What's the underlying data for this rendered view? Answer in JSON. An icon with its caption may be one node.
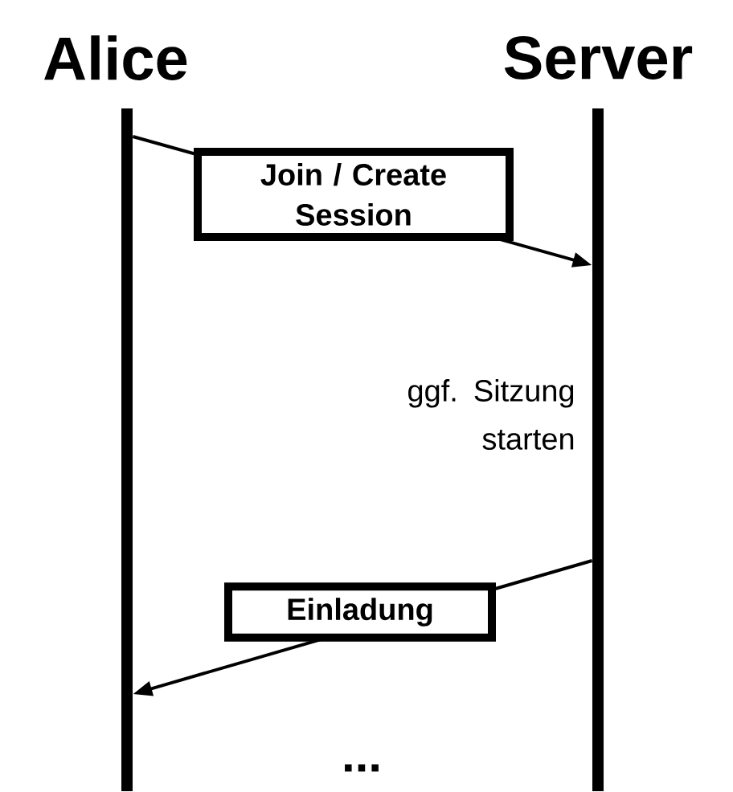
{
  "diagram": {
    "nodes": [
      {
        "text": [
          "Alice"
        ]
      },
      {
        "text": [
          "Server"
        ]
      }
    ],
    "edges": [
      {
        "from": 0,
        "to": 1,
        "arrow": "to",
        "label": "Join / Create Session"
      },
      {
        "from": 1,
        "to": 0,
        "arrow": "to",
        "label": "Einladung"
      }
    ],
    "labels": [
      "ggf. Sitzung starten",
      "..."
    ]
  }
}
